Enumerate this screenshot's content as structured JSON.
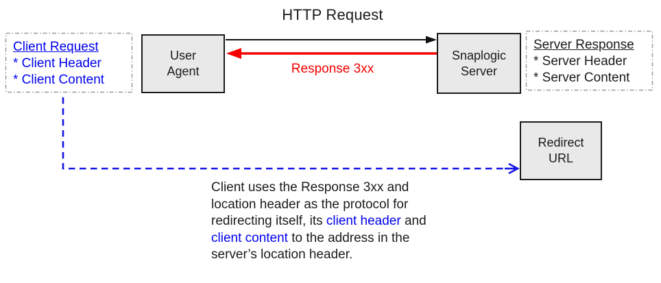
{
  "title": "HTTP Request",
  "colors": {
    "blue": "#0000ee",
    "red": "#f40000",
    "box-fill": "#e9e9e9",
    "box-border": "#1a1a1a",
    "dash-border": "#999999"
  },
  "client_request": {
    "title": "Client Request",
    "items": [
      "* Client Header",
      "* Client Content"
    ]
  },
  "server_response": {
    "title": "Server Response",
    "items": [
      "* Server Header",
      "* Server Content"
    ]
  },
  "nodes": {
    "user_agent": [
      "User",
      "Agent"
    ],
    "snaplogic_server": [
      "Snaplogic",
      "Server"
    ],
    "redirect_url": [
      "Redirect",
      "URL"
    ]
  },
  "labels": {
    "response": "Response 3xx"
  },
  "note": {
    "lines": [
      [
        "Client uses the Response 3xx and"
      ],
      [
        "location header as the protocol for"
      ],
      [
        "redirecting itself, its ",
        "client header",
        " and"
      ],
      [
        "client content",
        " to the address in the"
      ],
      [
        "server’s location header."
      ]
    ]
  }
}
